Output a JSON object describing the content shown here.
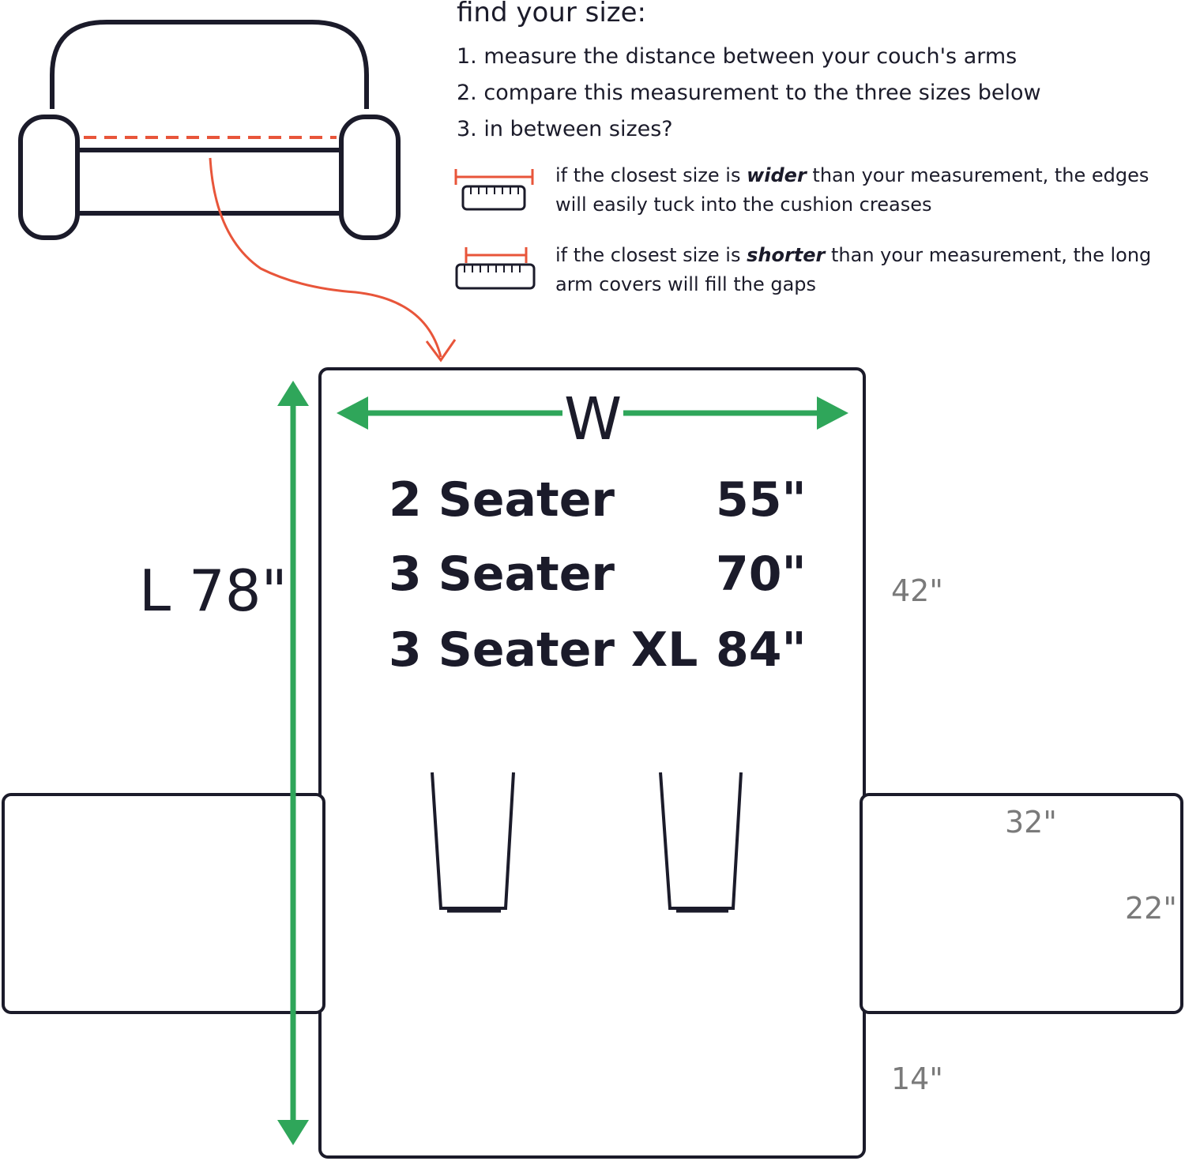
{
  "instructions": {
    "title": "find your size:",
    "steps": [
      "1. measure the distance between your couch's arms",
      "2. compare this measurement to the three sizes below",
      "3. in between sizes?"
    ],
    "tip_wider": {
      "before": "if the closest size is ",
      "emphasis": "wider",
      "after": " than your measurement, the edges will easily tuck into the cushion creases"
    },
    "tip_shorter": {
      "before": "if the closest size is ",
      "emphasis": "shorter",
      "after": " than your measurement, the long arm covers will fill the gaps"
    }
  },
  "cover": {
    "width_label": "W",
    "length_label": "L  78\"",
    "sizes": [
      {
        "name": "2 Seater",
        "width": "55\""
      },
      {
        "name": "3 Seater",
        "width": "70\""
      },
      {
        "name": "3 Seater XL",
        "width": "84\""
      }
    ],
    "dimensions": {
      "back_height": "42\"",
      "arm_length": "32\"",
      "arm_width": "22\"",
      "front_flap": "14\""
    }
  },
  "colors": {
    "outline": "#1b1b2a",
    "measure_line": "#e8553a",
    "arrow": "#2fa65a",
    "dimension_text": "#7a7a7a"
  }
}
